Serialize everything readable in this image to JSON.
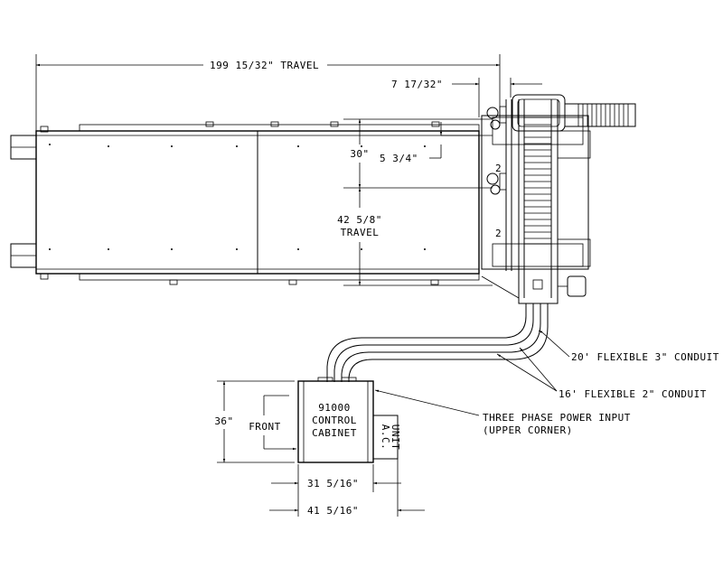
{
  "dimensions": {
    "travel_x": "199 15/32\" TRAVEL",
    "offset_top": "7 17/32\"",
    "dim_30": "30\"",
    "dim_5_3_4": "5 3/4\"",
    "travel_y_value": "42 5/8\"",
    "travel_y_word": "TRAVEL",
    "cabinet_height": "36\"",
    "cabinet_front": "FRONT",
    "cabinet_width": "31 5/16\"",
    "cabinet_overall": "41 5/16\""
  },
  "callouts": {
    "conduit_3in": "20' FLEXIBLE 3\" CONDUIT",
    "conduit_2in": "16' FLEXIBLE 2\" CONDUIT",
    "power_input_line1": "THREE PHASE POWER INPUT",
    "power_input_line2": "(UPPER CORNER)"
  },
  "cabinet": {
    "line1": "91000",
    "line2": "CONTROL",
    "line3": "CABINET"
  },
  "ac_unit": {
    "line1": "A.C.",
    "line2": "UNIT"
  },
  "rail_marks": {
    "upper": "2",
    "lower": "2"
  }
}
